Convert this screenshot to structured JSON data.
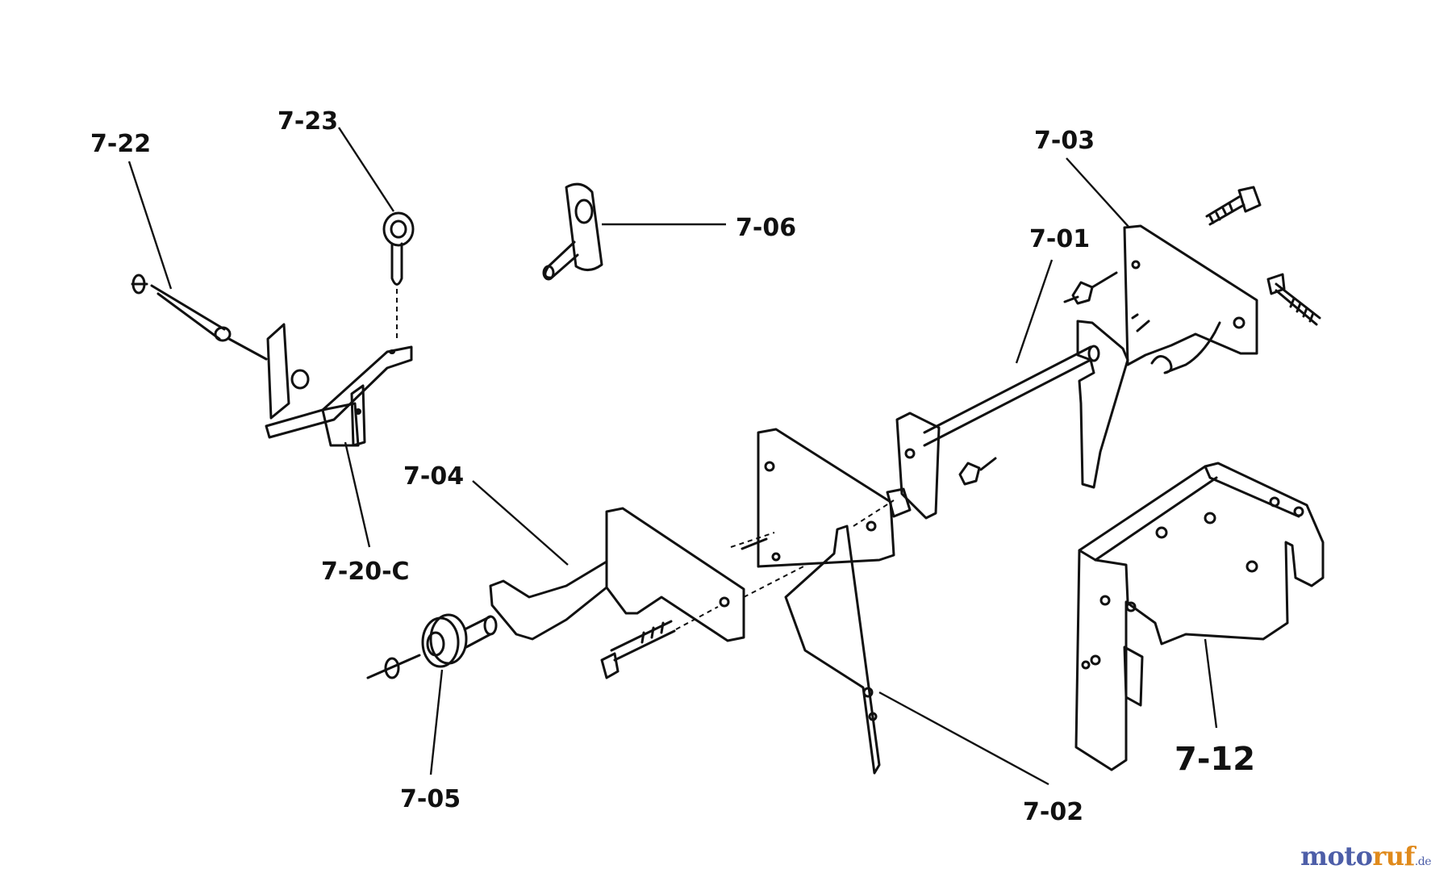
{
  "diagram": {
    "parts": [
      {
        "id": "7-22",
        "label": "7-22"
      },
      {
        "id": "7-23",
        "label": "7-23"
      },
      {
        "id": "7-06",
        "label": "7-06"
      },
      {
        "id": "7-03",
        "label": "7-03"
      },
      {
        "id": "7-01",
        "label": "7-01"
      },
      {
        "id": "7-04",
        "label": "7-04"
      },
      {
        "id": "7-20-C",
        "label": "7-20-C"
      },
      {
        "id": "7-05",
        "label": "7-05"
      },
      {
        "id": "7-02",
        "label": "7-02"
      },
      {
        "id": "7-12",
        "label": "7-12"
      }
    ]
  },
  "watermark": {
    "part1": "moto",
    "part2": "ruf",
    "part3": ".de",
    "colors": {
      "primary": "#4d5ea8",
      "accent": "#e08a1c"
    }
  }
}
